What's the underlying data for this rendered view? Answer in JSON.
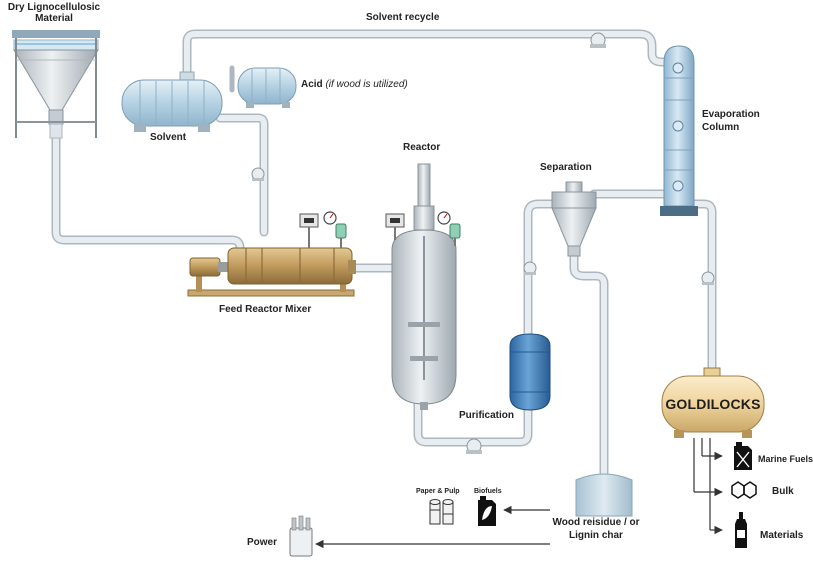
{
  "labels": {
    "dry_material_line1": "Dry Lignocellulosic",
    "dry_material_line2": "Material",
    "solvent_recycle": "Solvent recycle",
    "acid": "Acid",
    "acid_note": "(if wood is utilized)",
    "solvent": "Solvent",
    "reactor": "Reactor",
    "separation": "Separation",
    "evaporation_line1": "Evaporation",
    "evaporation_line2": "Column",
    "feed_reactor_mixer": "Feed Reactor Mixer",
    "purification": "Purification",
    "goldilocks": "GOLDILOCKS",
    "marine_fuels": "Marine Fuels",
    "bulk": "Bulk",
    "materials": "Materials",
    "paper_pulp": "Paper & Pulp",
    "biofuels": "Biofuels",
    "residue_line1": "Wood reisidue / or",
    "residue_line2": "Lignin char",
    "power": "Power"
  },
  "colors": {
    "pipe": "#dfe5ea",
    "pipe_edge": "#aeb7bf",
    "vessel_blue": "#bcd6e6",
    "column_blue": "#9dc3dd",
    "steel": "#d3d9de",
    "bronze": "#c3a16a",
    "purifier_blue": "#3f7fbf",
    "goldilocks": "#f0d8a6",
    "arrow": "#333333"
  },
  "icons": [
    "hopper-icon",
    "tank-icon",
    "pump-icon",
    "valve-icon",
    "gauge-icon",
    "jerrycan-icon",
    "naphthalene-icon",
    "bottle-icon",
    "pulp-rolls-icon",
    "biofuel-can-icon",
    "transformer-icon"
  ]
}
